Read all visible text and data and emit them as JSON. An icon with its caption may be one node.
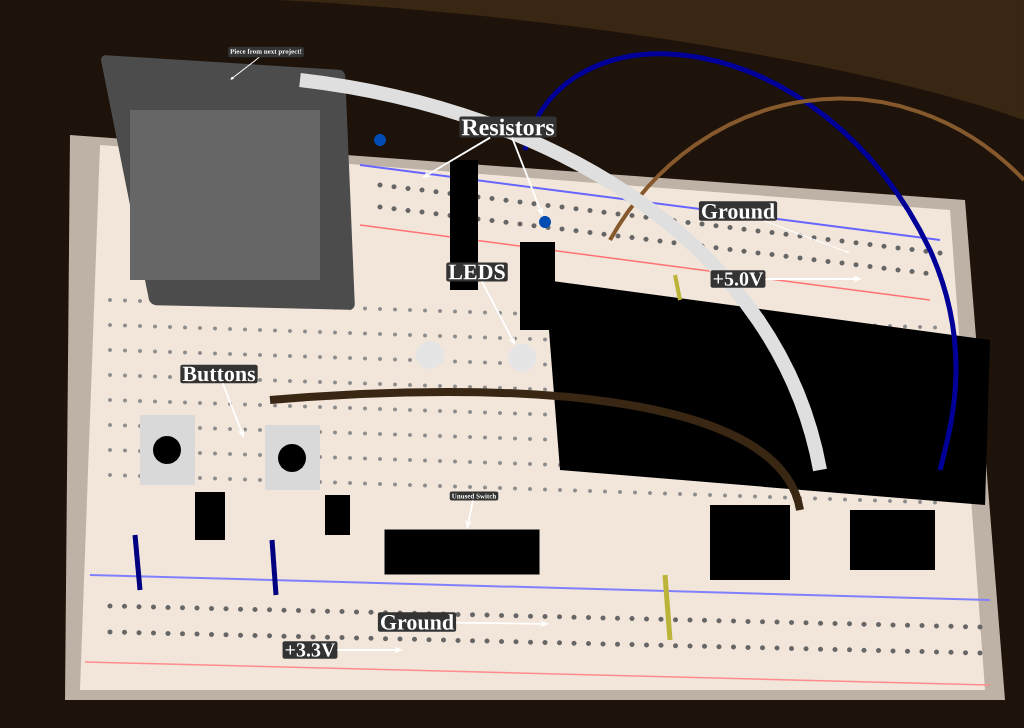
{
  "diagram": {
    "nodes": [
      {
        "text": [
          "Piece from next project!"
        ]
      },
      {
        "text": [
          "Resistors"
        ]
      },
      {
        "text": [
          "LEDS"
        ]
      },
      {
        "text": [
          "Buttons"
        ]
      },
      {
        "text": [
          "Unused Switch"
        ]
      },
      {
        "text": [
          "Ground"
        ]
      },
      {
        "text": [
          "+5.0V"
        ]
      },
      {
        "text": [
          "+3.3V"
        ]
      },
      {
        "text": [
          "Ground"
        ]
      },
      {
        "text": [],
        "shape": "circle"
      },
      {
        "text": [],
        "shape": "circle"
      },
      {
        "text": [],
        "shape": "circle"
      },
      {
        "text": [],
        "shape": "circle"
      },
      {
        "text": [],
        "shape": "box"
      }
    ],
    "edges": [
      {
        "from": 0,
        "to": null,
        "arrow": "to"
      },
      {
        "from": 1,
        "to": null,
        "arrow": "to"
      },
      {
        "from": 1,
        "to": 10,
        "arrow": "to"
      },
      {
        "from": 2,
        "to": 12,
        "arrow": "to"
      },
      {
        "from": 3,
        "to": null,
        "arrow": "to"
      },
      {
        "from": 4,
        "to": 13,
        "arrow": "to"
      },
      {
        "from": 5,
        "to": null,
        "arrow": "to"
      },
      {
        "from": 6,
        "to": null,
        "arrow": "to"
      },
      {
        "from": 7,
        "to": null,
        "arrow": "to"
      },
      {
        "from": 8,
        "to": null,
        "arrow": "to"
      }
    ]
  }
}
